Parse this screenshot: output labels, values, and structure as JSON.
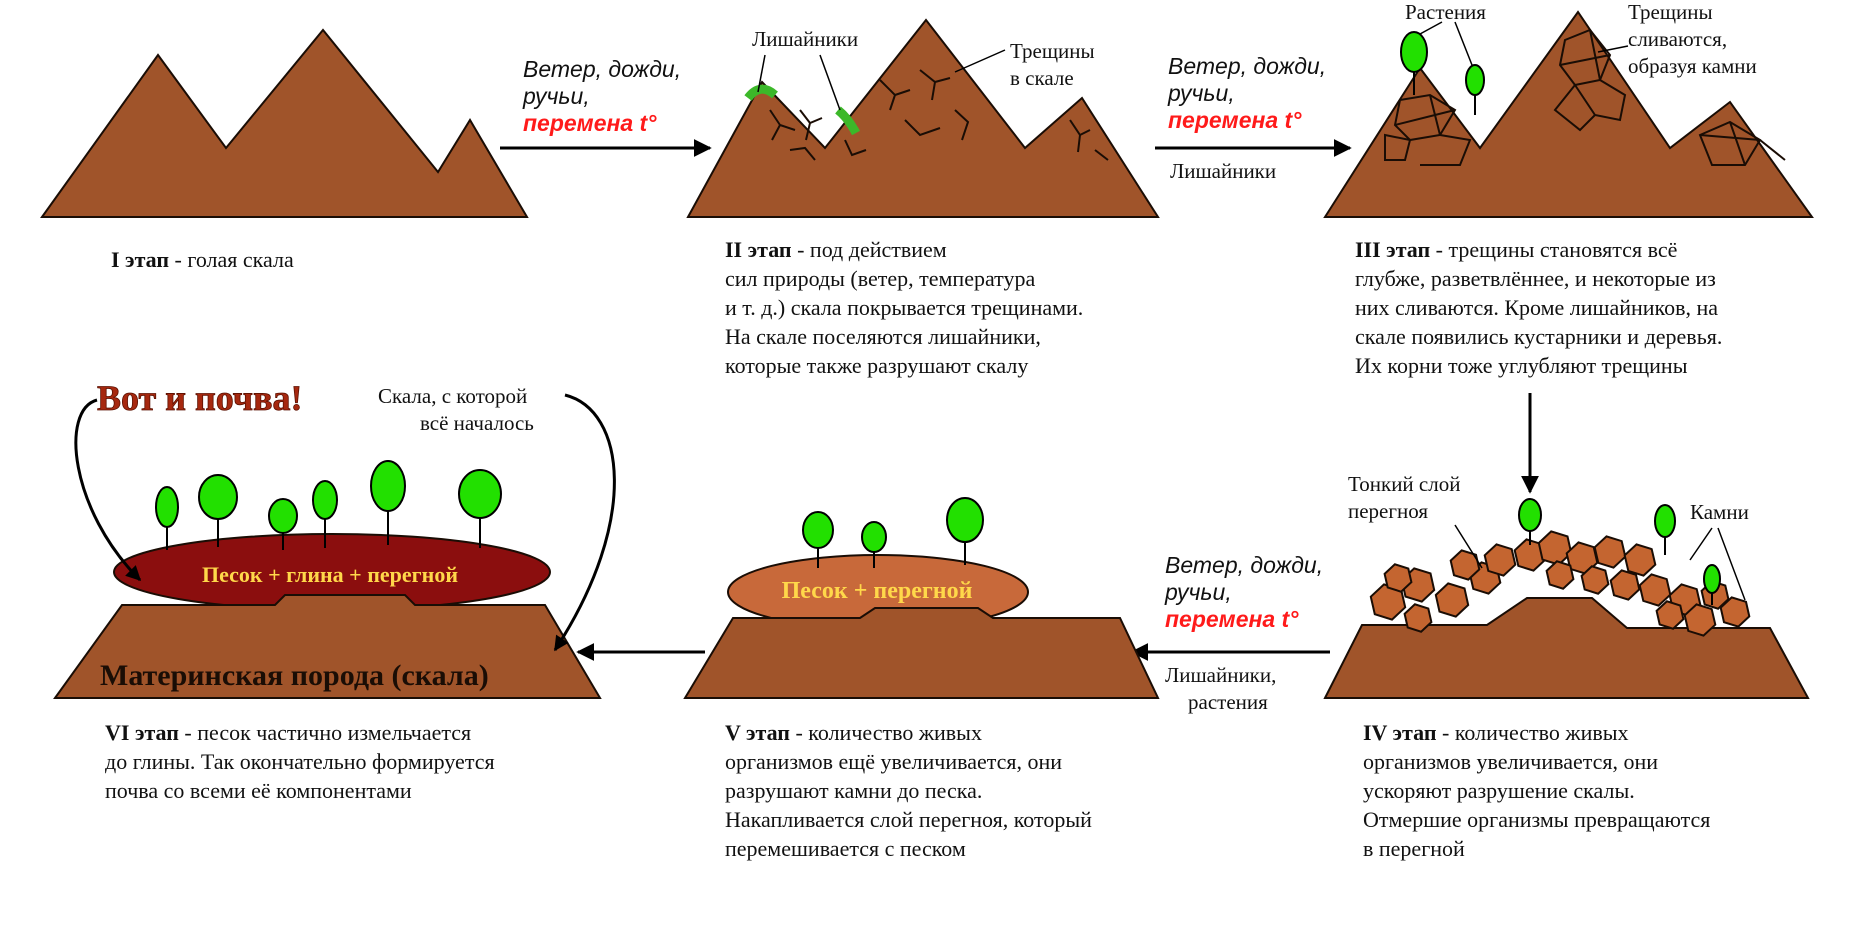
{
  "stage1": {
    "num": "I этап",
    "rest": " - голая скала"
  },
  "stage2": {
    "lines": [
      {
        "b": "II этап",
        "t": " - под действием"
      },
      {
        "b": "",
        "t": "сил природы (ветер, температура"
      },
      {
        "b": "",
        "t": "и т. д.) скала покрывается трещинами."
      },
      {
        "b": "",
        "t": "На скале поселяются лишайники,"
      },
      {
        "b": "",
        "t": "которые также разрушают скалу"
      }
    ],
    "label_lichens": "Лишайники",
    "label_cracks": [
      "Трещины",
      "в скале"
    ]
  },
  "stage3": {
    "lines": [
      {
        "b": "III этап",
        "t": " - трещины становятся всё"
      },
      {
        "b": "",
        "t": "глубже, разветвлённее, и некоторые из"
      },
      {
        "b": "",
        "t": "них сливаются. Кроме лишайников, на"
      },
      {
        "b": "",
        "t": "скале появились кустарники и деревья."
      },
      {
        "b": "",
        "t": "Их корни тоже углубляют трещины"
      }
    ],
    "label_plants": "Растения",
    "label_cracks": [
      "Трещины",
      "сливаются,",
      "образуя камни"
    ]
  },
  "stage4": {
    "lines": [
      {
        "b": "IV этап",
        "t": " - количество живых"
      },
      {
        "b": "",
        "t": "организмов увеличивается, они"
      },
      {
        "b": "",
        "t": "ускоряют разрушение скалы."
      },
      {
        "b": "",
        "t": "Отмершие организмы превращаются"
      },
      {
        "b": "",
        "t": "в перегной"
      }
    ],
    "label_humus": [
      "Тонкий слой",
      "перегноя"
    ],
    "label_stones": "Камни"
  },
  "stage5": {
    "lines": [
      {
        "b": "V этап",
        "t": " - количество живых"
      },
      {
        "b": "",
        "t": "организмов ещё увеличивается, они"
      },
      {
        "b": "",
        "t": "разрушают камни до песка."
      },
      {
        "b": "",
        "t": "Накапливается слой  перегноя, который"
      },
      {
        "b": "",
        "t": "перемешивается с песком"
      }
    ],
    "layer": "Песок + перегной"
  },
  "stage6": {
    "lines": [
      {
        "b": "VI этап",
        "t": " - песок частично измельчается"
      },
      {
        "b": "",
        "t": "до глины. Так окончательно формируется"
      },
      {
        "b": "",
        "t": "почва со всеми её компонентами"
      }
    ],
    "layer": "Песок + глина + перегной",
    "rock": "Материнская порода (скала)",
    "title": "Вот и почва!",
    "label_rock": [
      "Скала, с которой",
      "всё началось"
    ]
  },
  "arrow1": {
    "lines": [
      "Ветер, дожди,",
      "ручьи,"
    ],
    "red": "перемена t°"
  },
  "arrow2": {
    "lines": [
      "Ветер, дожди,",
      "ручьи,"
    ],
    "red": "перемена t°",
    "below": [
      "Лишайники"
    ]
  },
  "arrow3": {
    "lines": [
      "Ветер, дожди,",
      "ручьи,"
    ],
    "red": "перемена t°",
    "below": [
      "Лишайники,",
      "растения"
    ]
  },
  "colors": {
    "rock": "#a0542a",
    "rock_dark": "#7a3c18",
    "plant": "#22e000",
    "lichen": "#3cb829",
    "humus_sand": "#c8693a",
    "soil": "#8b0e0e",
    "stone": "#c46530"
  }
}
